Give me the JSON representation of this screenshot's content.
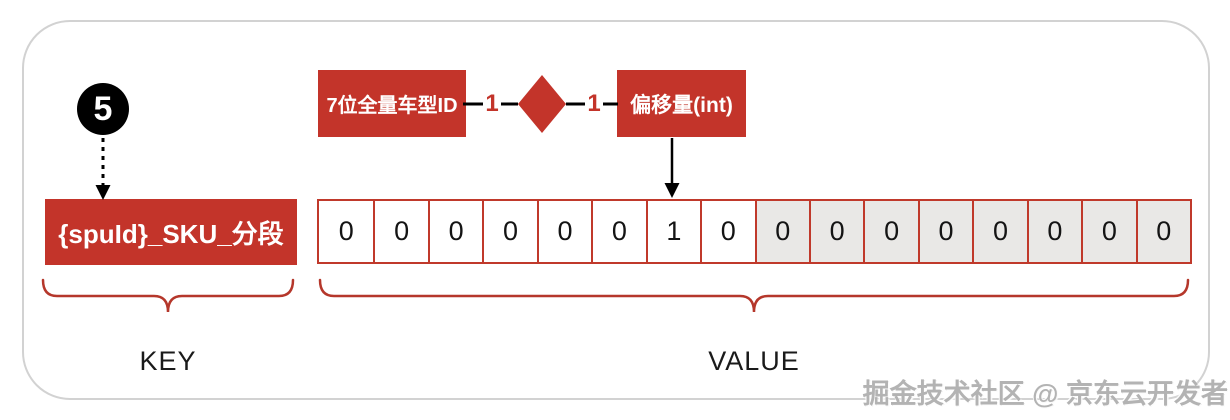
{
  "badge": {
    "number": "5"
  },
  "key": {
    "box_label": "{spuId}_SKU_分段",
    "brace_label": "KEY"
  },
  "relation": {
    "left_box": "7位全量车型ID",
    "left_cardinality": "1",
    "right_cardinality": "1",
    "right_box": "偏移量(int)"
  },
  "value": {
    "bits": [
      "0",
      "0",
      "0",
      "0",
      "0",
      "0",
      "1",
      "0",
      "0",
      "0",
      "0",
      "0",
      "0",
      "0",
      "0",
      "0"
    ],
    "pointed_bit_index": 6,
    "brace_label": "VALUE"
  },
  "watermark": "掘金技术社区 @ 京东云开发者",
  "colors": {
    "box_red": "#c3342a",
    "border_red": "#c0392b",
    "brace_red": "#b5372b",
    "grey_cell": "#e9e8e6",
    "frame_border": "#d2d2d2",
    "badge_black": "#000000"
  }
}
